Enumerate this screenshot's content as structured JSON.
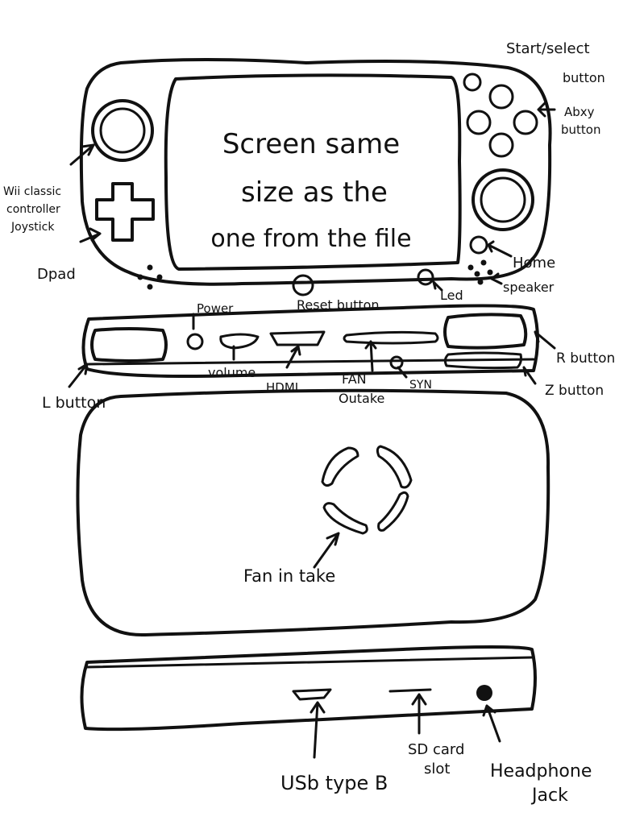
{
  "screen_text": [
    "Screen same",
    "size as the",
    "one from the file"
  ],
  "labels": {
    "start_select": [
      "Start/select",
      "button"
    ],
    "abxy": [
      "Abxy",
      "button"
    ],
    "joystick": [
      "Wii classic",
      "controller",
      "Joystick"
    ],
    "dpad": "Dpad",
    "home": "Home",
    "speaker": "speaker",
    "led": "Led",
    "reset": "Reset button",
    "power": "Power",
    "r_button": "R button",
    "z_button": "Z button",
    "l_button": "L button",
    "volume": "volume",
    "hdmi": "HDMI",
    "fan_outake": [
      "FAN",
      "Outake"
    ],
    "sync": "SYN",
    "fan_intake": "Fan in take",
    "usb": "USb type B",
    "sd": [
      "SD card",
      "slot"
    ],
    "headphone": [
      "Headphone",
      "Jack"
    ]
  }
}
